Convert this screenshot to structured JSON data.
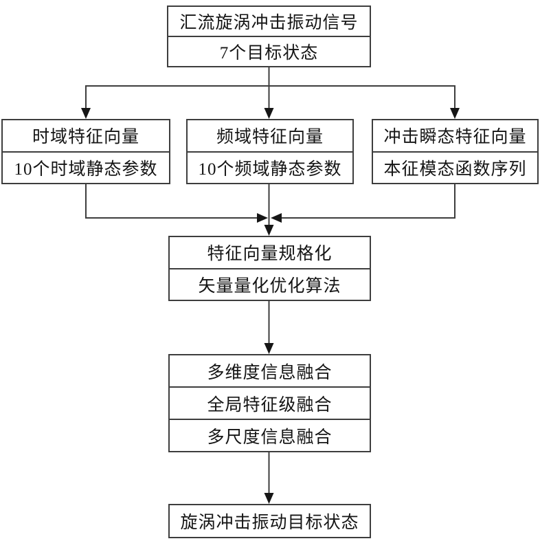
{
  "colors": {
    "background": "#ffffff",
    "box_border": "#3d3d3d",
    "connector_line": "#3d3d3d",
    "arrowhead": "#161616",
    "text": "#141414"
  },
  "flowchart": {
    "source_box": {
      "line1": "汇流旋涡冲击振动信号",
      "line2": "7个目标状态"
    },
    "time_domain_box": {
      "line1": "时域特征向量",
      "line2": "10个时域静态参数"
    },
    "frequency_domain_box": {
      "line1": "频域特征向量",
      "line2": "10个频域静态参数"
    },
    "transient_box": {
      "line1": "冲击瞬态特征向量",
      "line2": "本征模态函数序列"
    },
    "normalization_box": {
      "line1": "特征向量规格化",
      "line2": "矢量量化优化算法"
    },
    "fusion_box": {
      "line1": "多维度信息融合",
      "line2": "全局特征级融合",
      "line3": "多尺度信息融合"
    },
    "output_box": {
      "line1": "旋涡冲击振动目标状态"
    }
  }
}
